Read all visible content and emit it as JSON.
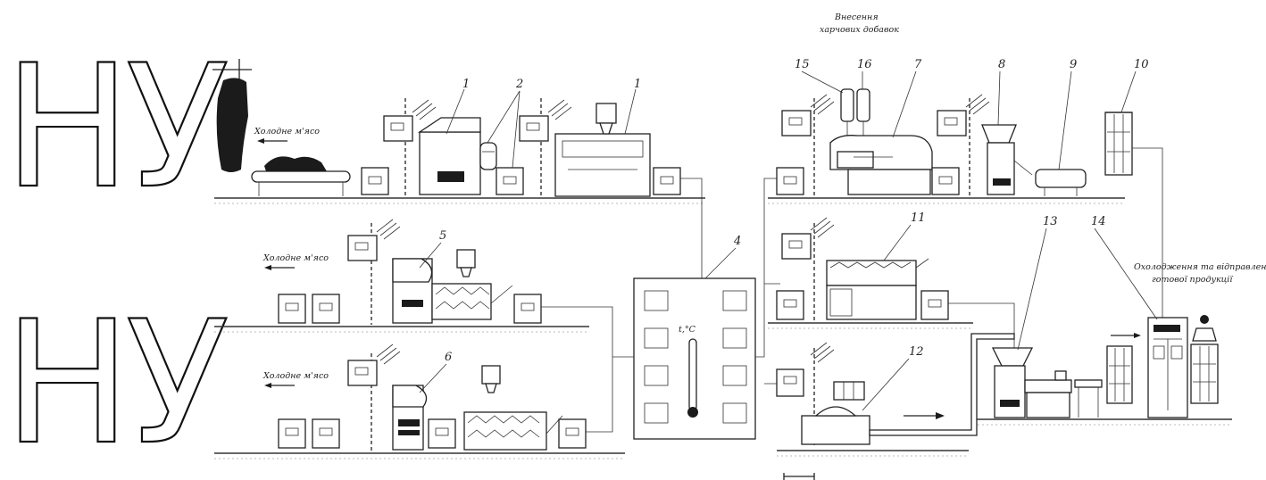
{
  "watermark": {
    "text_1": "НУ",
    "text_2": "НУ"
  },
  "captions": {
    "chilled_meat_1": "Холодне м'ясо",
    "chilled_meat_2": "Холодне м'ясо",
    "chilled_meat_3": "Холодне м'ясо",
    "add_food_additives_line_1": "Внесення",
    "add_food_additives_line_2": "харчових добавок",
    "to_warehouse_line_1": "Охолодження та відправлення",
    "to_warehouse_line_2": "готової продукції"
  },
  "numbers": {
    "n1a": "1",
    "n2": "2",
    "n1b": "1",
    "n15": "15",
    "n16": "16",
    "n7": "7",
    "n8": "8",
    "n9": "9",
    "n10": "10",
    "n5": "5",
    "n4": "4",
    "n11": "11",
    "n13": "13",
    "n14": "14",
    "n6": "6",
    "n12": "12"
  },
  "chamber": {
    "temperature_label": "t,°C"
  }
}
